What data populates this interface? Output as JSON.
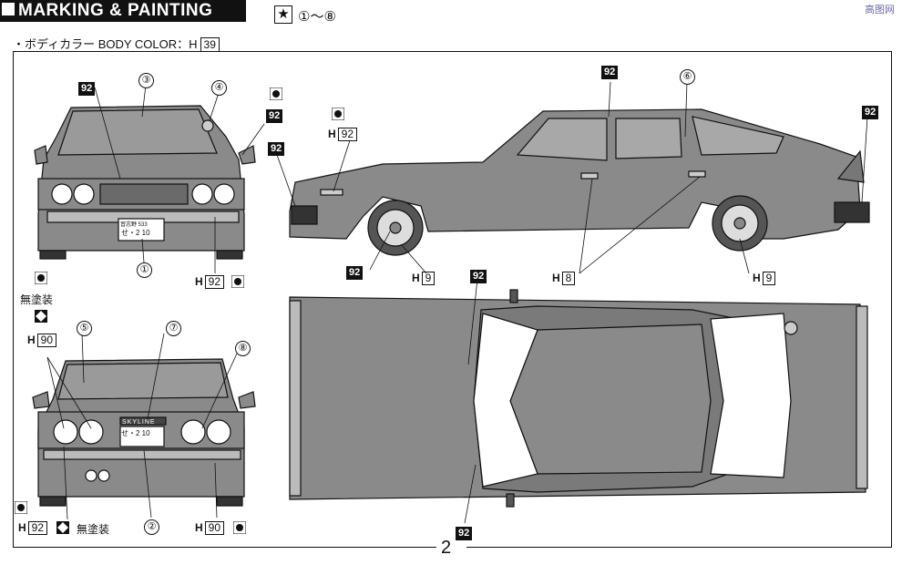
{
  "header": {
    "title": "MARKING &  PAINTING"
  },
  "star_range": "①〜⑧",
  "body_color": {
    "label": "・ボディカラー BODY COLOR：H",
    "code": "39"
  },
  "page_number": "2",
  "watermark": "高图网",
  "callouts": {
    "n1": "①",
    "n2": "②",
    "n3": "③",
    "n4": "④",
    "n5": "⑤",
    "n6": "⑥",
    "n7": "⑦",
    "n8": "⑧"
  },
  "codes": {
    "c92": "92",
    "h": "H",
    "h92": "92",
    "h90": "90",
    "h9": "9",
    "h8": "8"
  },
  "jp_unpainted": "無塗装",
  "plate": {
    "top": "習志野 533",
    "main": "せ・2 10"
  },
  "trunk_badge": "SKYLINE"
}
